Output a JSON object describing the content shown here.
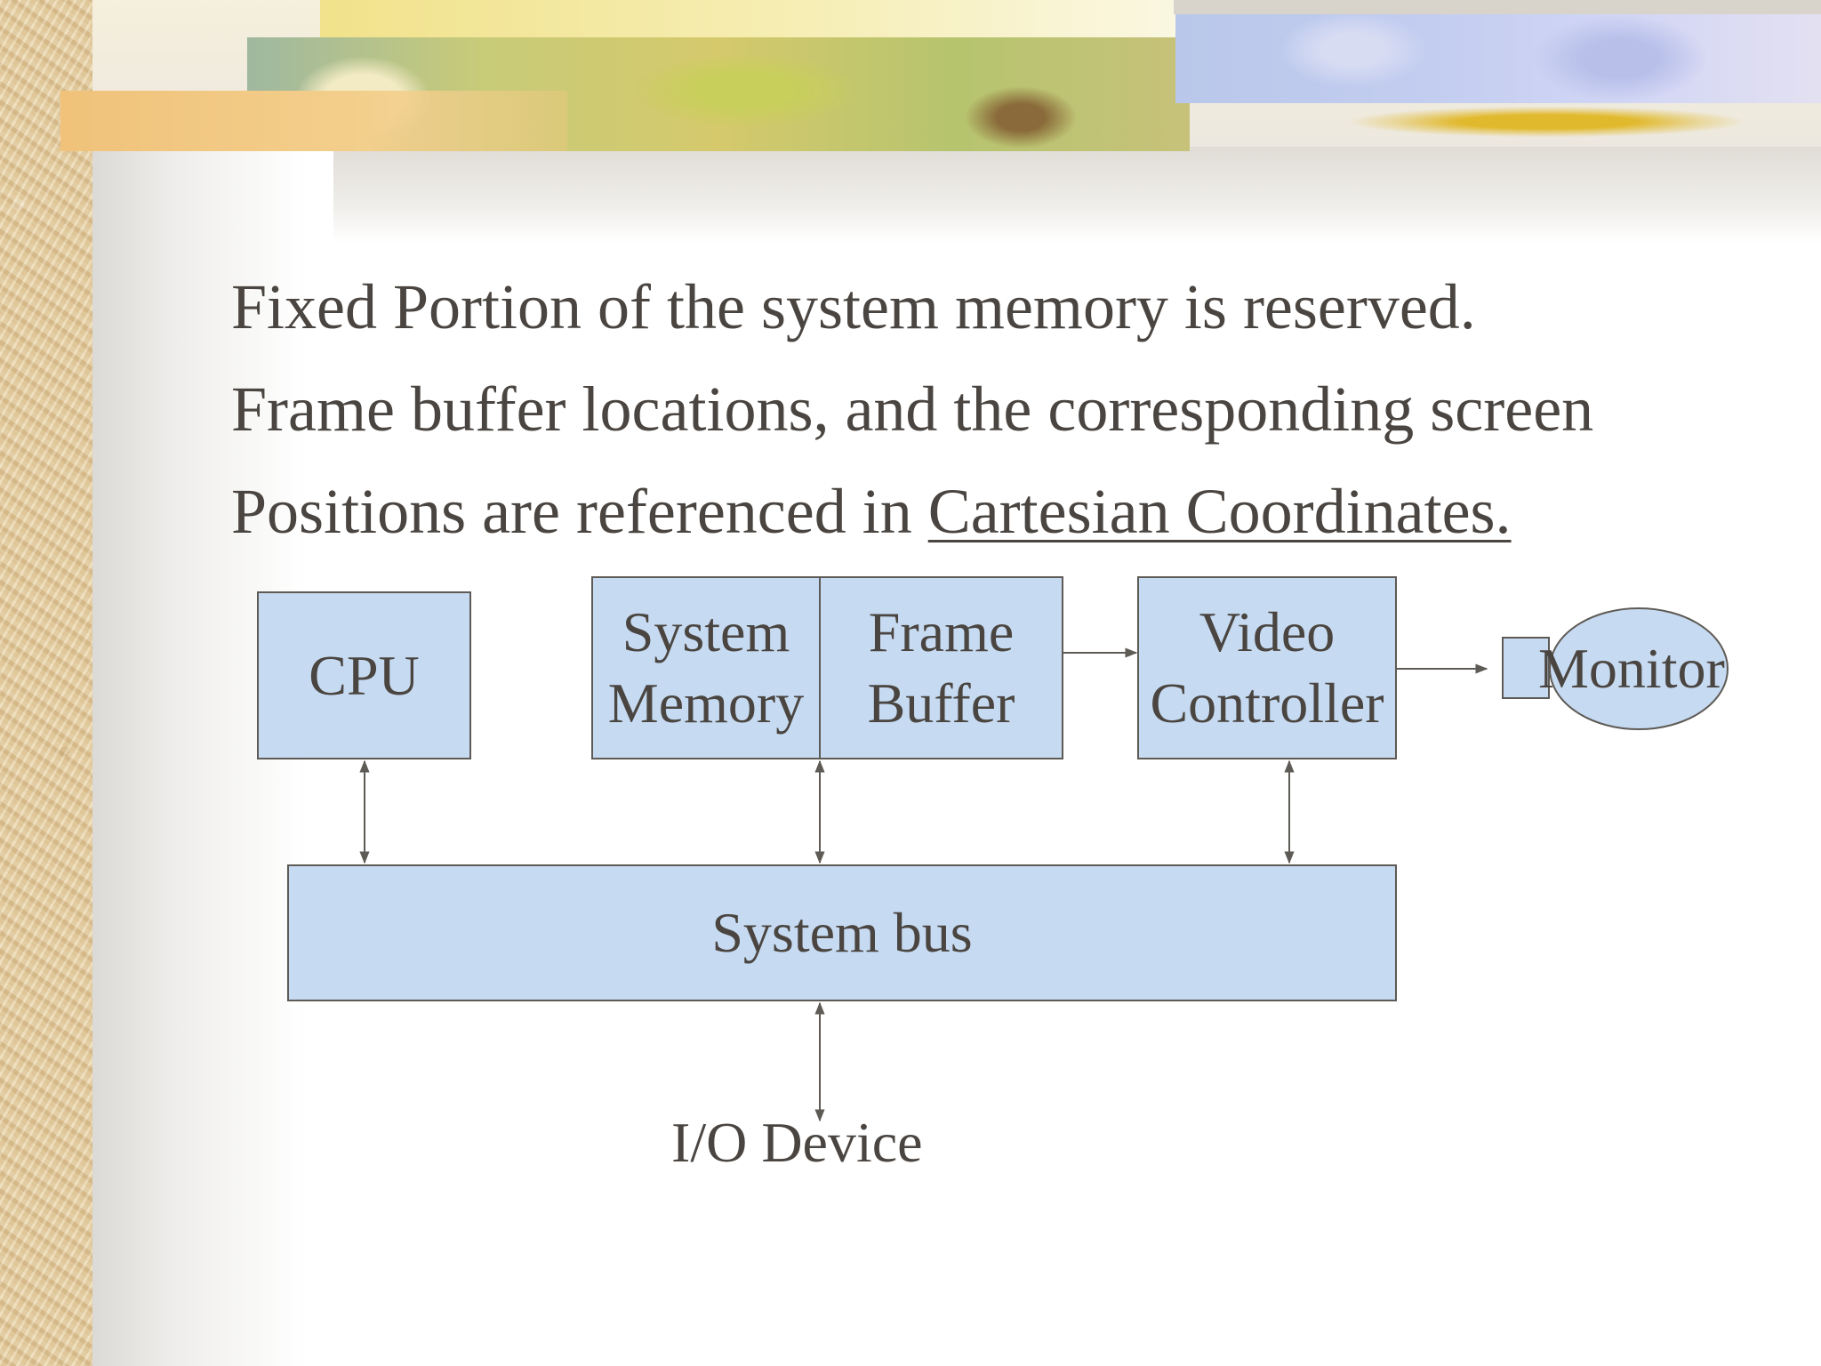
{
  "slide": {
    "lines": [
      "Fixed Portion of the system memory is reserved.",
      "Frame buffer locations, and the corresponding screen",
      "Positions are referenced in "
    ],
    "link_text": "Cartesian Coordinates."
  },
  "diagram": {
    "cpu": "CPU",
    "system_memory": [
      "System",
      "Memory"
    ],
    "frame_buffer": [
      "Frame",
      "Buffer"
    ],
    "video_controller": [
      "Video",
      "Controller"
    ],
    "monitor": "Monitor",
    "system_bus": "System bus",
    "io_device": "I/O Device"
  },
  "colors": {
    "box_fill": "#c6daf1",
    "text": "#4a4540",
    "line": "#5e5a55"
  }
}
